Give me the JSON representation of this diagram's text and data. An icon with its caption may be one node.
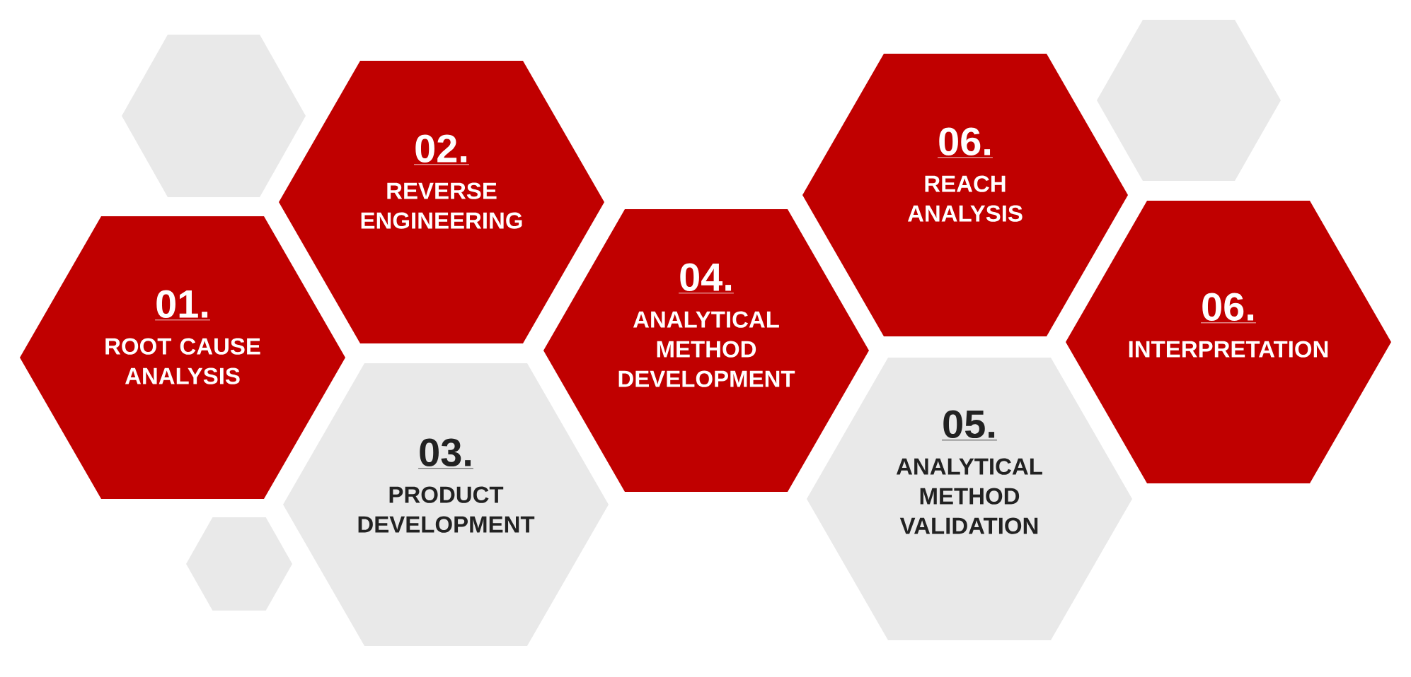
{
  "diagram": {
    "nodes": [
      {
        "text": [
          "01.",
          "ROOT CAUSE ANALYSIS"
        ]
      },
      {
        "text": [
          "02.",
          "REVERSE ENGINEERING"
        ]
      },
      {
        "text": [
          "03.",
          "PRODUCT DEVELOPMENT"
        ]
      },
      {
        "text": [
          "04.",
          "ANALYTICAL METHOD DEVELOPMENT"
        ]
      },
      {
        "text": [
          "05.",
          "ANALYTICAL METHOD VALIDATION"
        ]
      },
      {
        "text": [
          "06.",
          "REACH ANALYSIS"
        ]
      },
      {
        "text": [
          "06.",
          "INTERPRETATION"
        ]
      },
      {
        "text": [],
        "shape": "hexagon"
      },
      {
        "text": [],
        "shape": "hexagon"
      },
      {
        "text": [],
        "shape": "hexagon"
      }
    ]
  }
}
